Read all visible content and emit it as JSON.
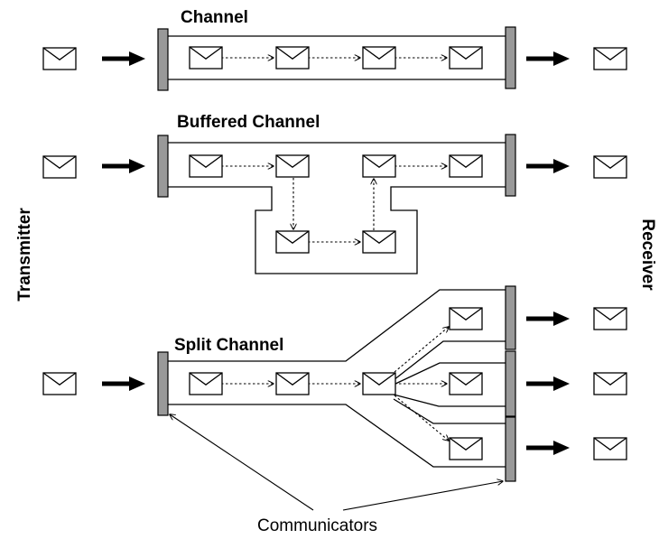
{
  "labels": {
    "channel": "Channel",
    "buffered_channel": "Buffered Channel",
    "split_channel": "Split Channel",
    "transmitter": "Transmitter",
    "receiver": "Receiver",
    "communicators": "Communicators"
  },
  "colors": {
    "communicator_bar": "#999999",
    "line": "#000000",
    "background": "#ffffff"
  },
  "icons": {
    "message": "envelope-icon",
    "send_arrow": "thick-arrow-right-icon"
  }
}
